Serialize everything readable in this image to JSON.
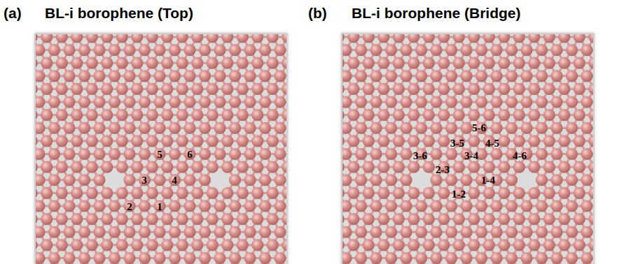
{
  "diagram": {
    "labels": [
      "(a)",
      "BL-i borophene (Top)",
      "(b)",
      "BL-i borophene (Bridge)",
      "1",
      "2",
      "3",
      "4",
      "5",
      "6",
      "5-6",
      "3-5",
      "4-5",
      "3-6",
      "3-4",
      "4-6",
      "2-3",
      "1-4",
      "1-2"
    ]
  }
}
